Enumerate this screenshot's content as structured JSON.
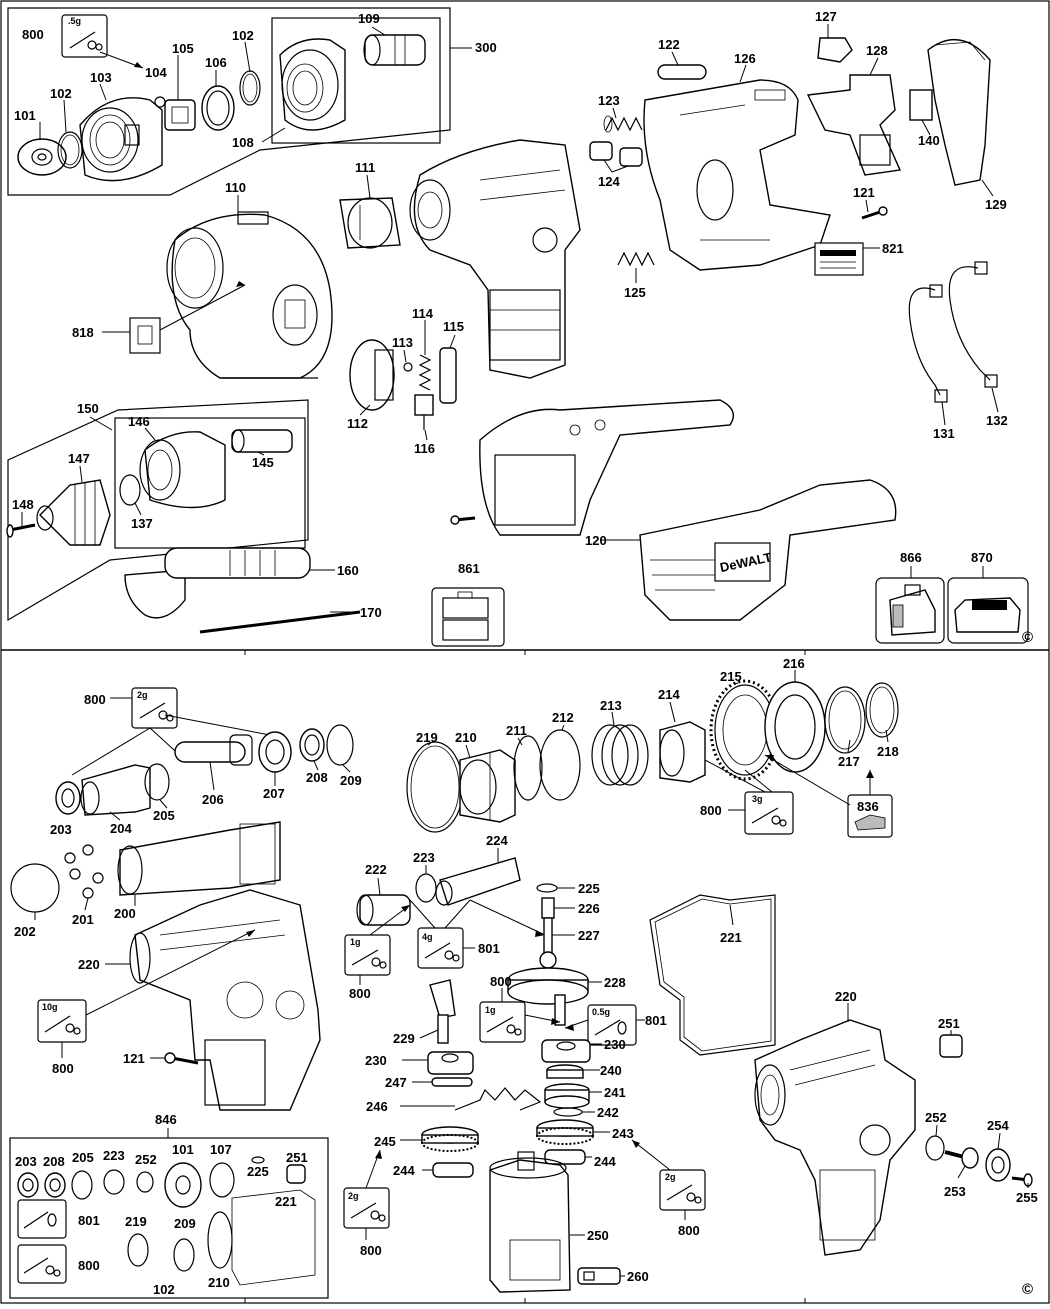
{
  "labels": {
    "p800a": "800",
    "g05a": ".5g",
    "p104": "104",
    "p109": "109",
    "p300": "300",
    "p105": "105",
    "p102a": "102",
    "p106": "106",
    "p102b": "102",
    "p103": "103",
    "p101": "101",
    "p108": "108",
    "p110": "110",
    "p111": "111",
    "p818": "818",
    "p122": "122",
    "p123": "123",
    "p124": "124",
    "p125": "125",
    "p126": "126",
    "p127": "127",
    "p128": "128",
    "p140": "140",
    "p121a": "121",
    "p821": "821",
    "p129": "129",
    "p114": "114",
    "p113": "113",
    "p115": "115",
    "p112": "112",
    "p116": "116",
    "p131": "131",
    "p132": "132",
    "p150": "150",
    "p146": "146",
    "p147": "147",
    "p145": "145",
    "p148": "148",
    "p137": "137",
    "p160": "160",
    "p170": "170",
    "p120": "120",
    "p861": "861",
    "p866": "866",
    "p870": "870",
    "brand": "DeWALT",
    "p800b": "800",
    "g2a": "2g",
    "p203a": "203",
    "p204": "204",
    "p205a": "205",
    "p206": "206",
    "p207": "207",
    "p208a": "208",
    "p209a": "209",
    "p219a": "219",
    "p210a": "210",
    "p211": "211",
    "p212": "212",
    "p213": "213",
    "p214": "214",
    "p215": "215",
    "p216": "216",
    "p217": "217",
    "p218": "218",
    "p800c": "800",
    "g3": "3g",
    "p836": "836",
    "p202": "202",
    "p201": "201",
    "p200": "200",
    "p220a": "220",
    "p800d": "800",
    "g10": "10g",
    "p121b": "121",
    "p222": "222",
    "p223a": "223",
    "p224": "224",
    "p225a": "225",
    "p226": "226",
    "p227": "227",
    "p221a": "221",
    "g1a": "1g",
    "p800e": "800",
    "g4": "4g",
    "p801a": "801",
    "p800f": "800",
    "p228": "228",
    "g1b": "1g",
    "g05b": "0.5g",
    "p801b": "801",
    "p229": "229",
    "p230a": "230",
    "p230b": "230",
    "p247": "247",
    "p240": "240",
    "p241": "241",
    "p246": "246",
    "p242": "242",
    "p245": "245",
    "p243": "243",
    "p244a": "244",
    "p244b": "244",
    "g2b": "2g",
    "p800g": "800",
    "g2c": "2g",
    "p800h": "800",
    "p250": "250",
    "p260": "260",
    "p220b": "220",
    "p251a": "251",
    "p252a": "252",
    "p253": "253",
    "p254": "254",
    "p255": "255",
    "p846": "846",
    "k203": "203",
    "k208": "208",
    "k205": "205",
    "k223": "223",
    "k252": "252",
    "k101": "101",
    "k107": "107",
    "k251": "251",
    "k225": "225",
    "k221": "221",
    "k801": "801",
    "k219": "219",
    "k209": "209",
    "k210": "210",
    "k800": "800",
    "k102": "102",
    "copyright": "©"
  }
}
